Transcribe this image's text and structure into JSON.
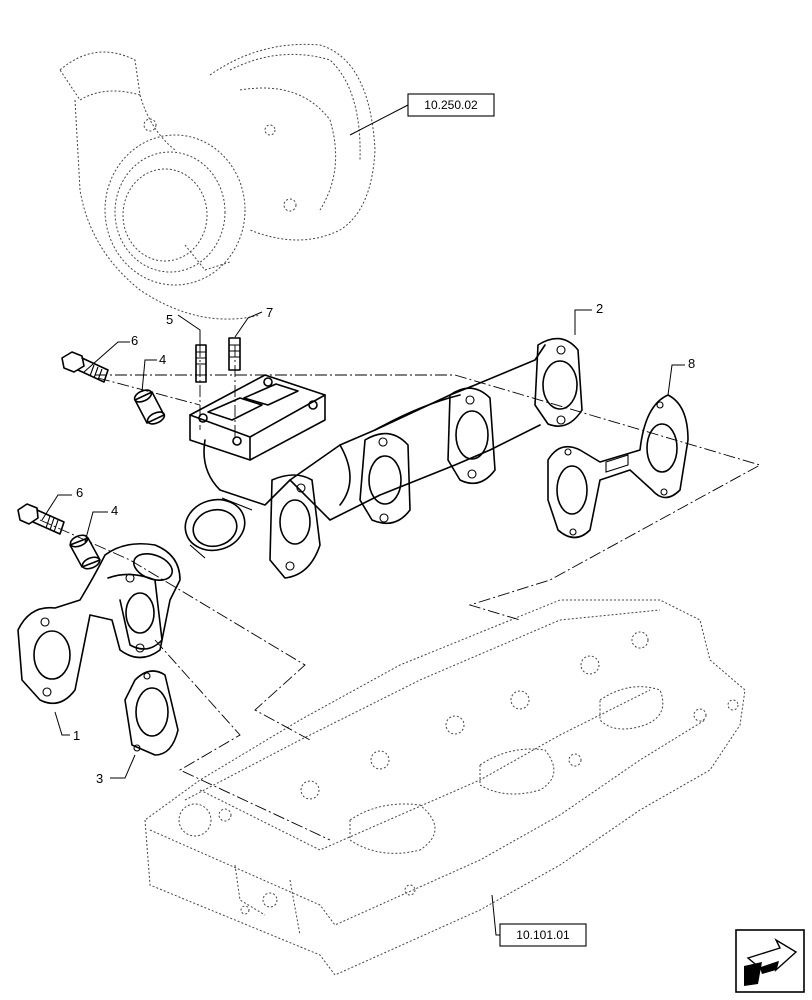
{
  "references": {
    "turbocharger": "10.250.02",
    "cylinder_head": "10.101.01"
  },
  "callouts": {
    "c1": "1",
    "c2": "2",
    "c3": "3",
    "c4_upper": "4",
    "c4_lower": "4",
    "c5": "5",
    "c6_upper": "6",
    "c6_lower": "6",
    "c7": "7",
    "c8": "8"
  },
  "nav_icon": "next-page-arrow-icon"
}
